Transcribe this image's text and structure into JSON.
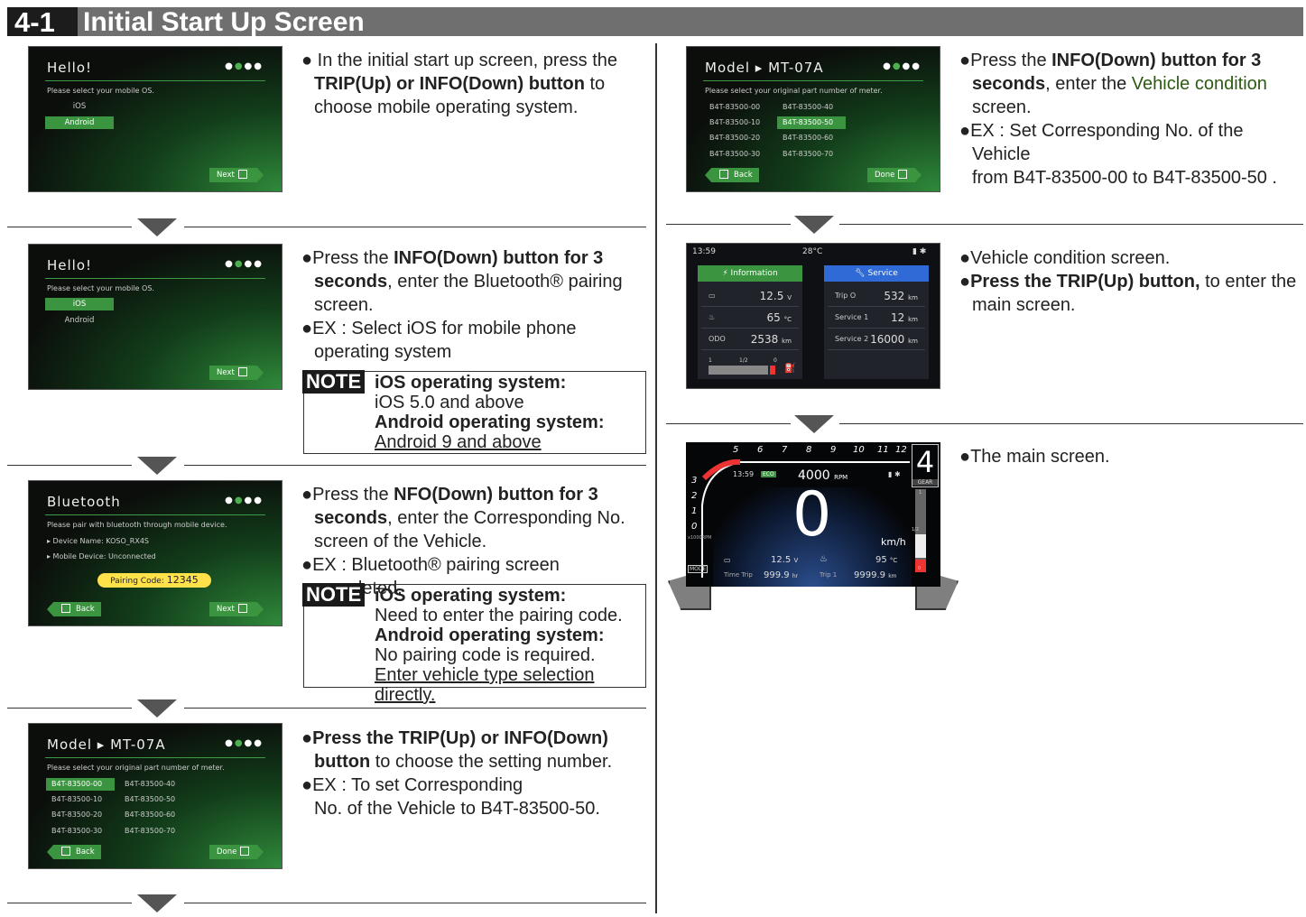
{
  "header": {
    "number": "4-1",
    "title": "Initial Start Up Screen"
  },
  "step1": {
    "text": "● In the initial start up screen, press the ",
    "bold": "TRIP(Up) or INFO(Down) button",
    " tail": " to choose mobile operating system."
  },
  "screen_os": {
    "title": "Hello!",
    "subtitle": "Please select your mobile OS.",
    "options": [
      "iOS",
      "Android"
    ],
    "next": "Next"
  },
  "step2": {
    "a": "●Press the ",
    "b": "INFO(Down) button for 3 seconds",
    "c": ", enter the Bluetooth® pairing screen.",
    "ex": "●EX : Select iOS for mobile phone operating system"
  },
  "note1": {
    "tag": "NOTE",
    "ios_h": "iOS operating system:",
    "ios_t": "iOS 5.0 and above",
    "and_h": "Android operating system:",
    "and_t": "Android 9 and above"
  },
  "screen_bt": {
    "title": "Bluetooth",
    "subtitle": "Please pair with bluetooth through mobile device.",
    "device_name": "▸  Device Name: KOSO_RX4S",
    "device_status": "▸  Mobile Device: Unconnected",
    "pairing_label": "Pairing Code: ",
    "pairing_code": "12345",
    "back": "Back",
    "next": "Next"
  },
  "step3": {
    "a": "●Press the ",
    "b": "NFO(Down) button for 3 seconds",
    "c": ", enter the Corresponding No. screen of the Vehicle.",
    "ex": "●EX : Bluetooth® pairing screen completed."
  },
  "note2": {
    "tag": "NOTE",
    "ios_h": "iOS operating system:",
    "ios_t": "Need to enter the pairing code.",
    "and_h": "Android operating system:",
    "and_t1": "No pairing code is required.",
    "and_t2": "Enter vehicle type selection directly."
  },
  "screen_model": {
    "title": "Model ▸ MT-07A",
    "subtitle": "Please select your original part number of meter.",
    "left": [
      "B4T-83500-00",
      "B4T-83500-10",
      "B4T-83500-20",
      "B4T-83500-30"
    ],
    "right": [
      "B4T-83500-40",
      "B4T-83500-50",
      "B4T-83500-60",
      "B4T-83500-70"
    ],
    "back": "Back",
    "done": "Done"
  },
  "step4": {
    "a": "●Press the TRIP(Up) or INFO(Down) button",
    "b": " to choose the setting number.",
    "ex1": "●EX : To set Corresponding",
    "ex2": "No. of the Vehicle to B4T-83500-50."
  },
  "step5": {
    "a": "●Press the ",
    "b": "INFO(Down) button for 3 seconds",
    "c": ", enter the ",
    "d": "Vehicle condition",
    "e": " screen.",
    "ex1": "●EX : Set Corresponding No. of the Vehicle",
    "ex2": "from B4T-83500-00 to B4T-83500-50 ."
  },
  "screen_info": {
    "time": "13:59",
    "temp": "28°C",
    "info_h": "Information",
    "service_h": "Service",
    "info_rows": [
      {
        "k": "",
        "v": "12.5",
        "u": "V"
      },
      {
        "k": "",
        "v": "65",
        "u": "°C"
      },
      {
        "k": "ODO",
        "v": "2538",
        "u": "km"
      }
    ],
    "fuel": [
      "1",
      "1/2",
      "0"
    ],
    "svc_rows": [
      {
        "k": "Trip O",
        "v": "532",
        "u": "km"
      },
      {
        "k": "Service 1",
        "v": "12",
        "u": "km"
      },
      {
        "k": "Service 2",
        "v": "16000",
        "u": "km"
      }
    ]
  },
  "step6": {
    "a": "●Vehicle condition screen.",
    "b": "●Press the TRIP(Up) button,",
    "c": " to enter the main screen."
  },
  "screen_main": {
    "scale": [
      "5",
      "6",
      "7",
      "8",
      "9",
      "10",
      "11",
      "12"
    ],
    "left_scale": [
      "3",
      "2",
      "1",
      "0"
    ],
    "x1000": "x1000RPM",
    "time": "13:59",
    "eco": "ECO",
    "rpm": "4000",
    "rpm_unit": "RPM",
    "gear": "4",
    "gear_label": "GEAR",
    "speed": "0",
    "speed_unit": "km/h",
    "volt": "12.5",
    "volt_unit": "V",
    "temp": "95",
    "temp_unit": "°C",
    "mode": "MODE",
    "time_trip_label": "Time Trip",
    "time_trip": "999.9",
    "time_trip_unit": "hr",
    "trip1_label": "Trip 1",
    "trip1": "9999.9",
    "trip1_unit": "km",
    "fuel": [
      "1",
      "1/2",
      "0"
    ]
  },
  "step7": {
    "text": "●The main screen."
  }
}
